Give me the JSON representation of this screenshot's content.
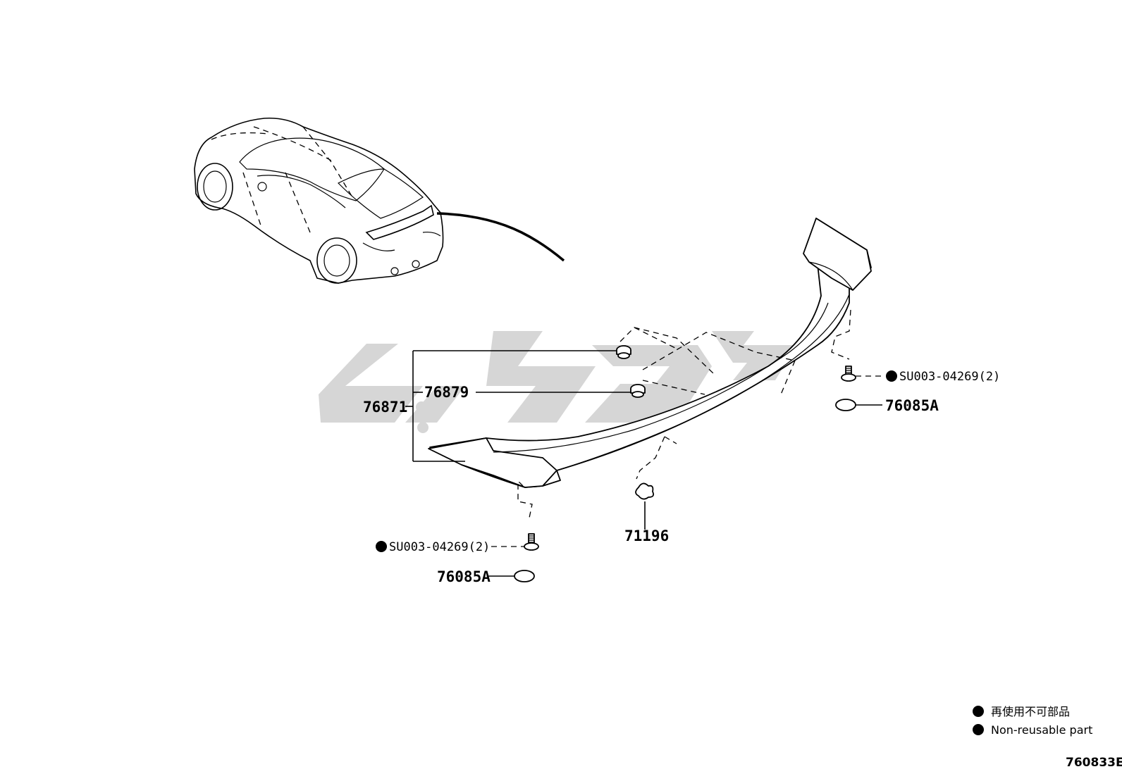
{
  "diagram": {
    "reference_code": "760833E",
    "legend": [
      {
        "symbol": "filled-circle",
        "label": "再使用不可部品"
      },
      {
        "symbol": "filled-circle",
        "label": "Non-reusable part"
      }
    ],
    "parts": {
      "assembly": "76871",
      "clip_upper": "76879",
      "bolt_right": "SU003-04269(2)",
      "bolt_right_nonreusable": true,
      "cap_right": "76085A",
      "clip_lower": "71196",
      "bolt_left": "SU003-04269(2)",
      "bolt_left_nonreusable": true,
      "cap_left": "76085A"
    },
    "watermark": {
      "present": true,
      "color": "#d4d4d4"
    }
  }
}
